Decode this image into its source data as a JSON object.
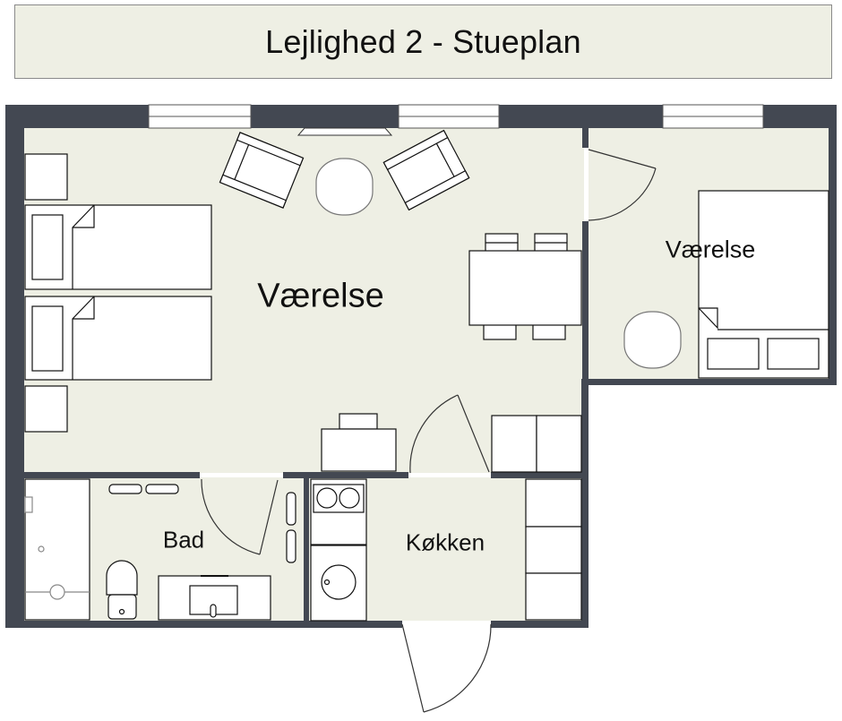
{
  "title": "Lejlighed 2 - Stueplan",
  "colors": {
    "wall": "#434852",
    "floor": "#eeefe4",
    "furniture": "#ffffff",
    "outline": "#111111"
  },
  "rooms": [
    {
      "id": "living",
      "label": "Værelse"
    },
    {
      "id": "bedroom",
      "label": "Værelse"
    },
    {
      "id": "bathroom",
      "label": "Bad"
    },
    {
      "id": "kitchen",
      "label": "Køkken"
    }
  ]
}
